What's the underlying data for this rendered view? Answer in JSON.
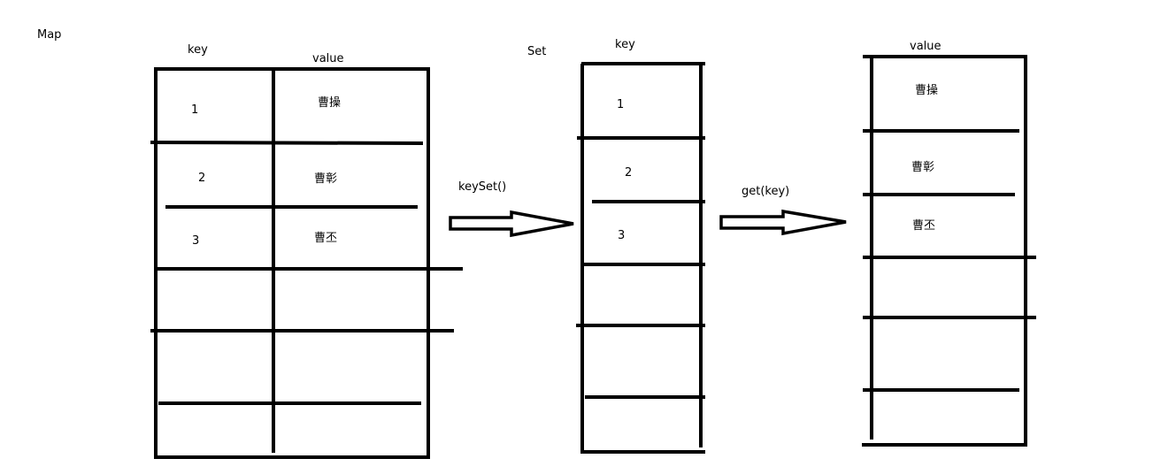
{
  "labels": {
    "map_title": "Map",
    "map_key_header": "key",
    "map_value_header": "value",
    "set_title": "Set",
    "set_key_header": "key",
    "value_col_header": "value",
    "arrow_keyset": "keySet()",
    "arrow_get": "get(key)"
  },
  "map_entries": [
    {
      "key": "1",
      "value": "曹操"
    },
    {
      "key": "2",
      "value": "曹彰"
    },
    {
      "key": "3",
      "value": "曹丕"
    }
  ],
  "set_keys": [
    "1",
    "2",
    "3"
  ],
  "value_items": [
    "曹操",
    "曹彰",
    "曹丕"
  ],
  "colors": {
    "ink": "#000000",
    "paper": "#ffffff"
  }
}
